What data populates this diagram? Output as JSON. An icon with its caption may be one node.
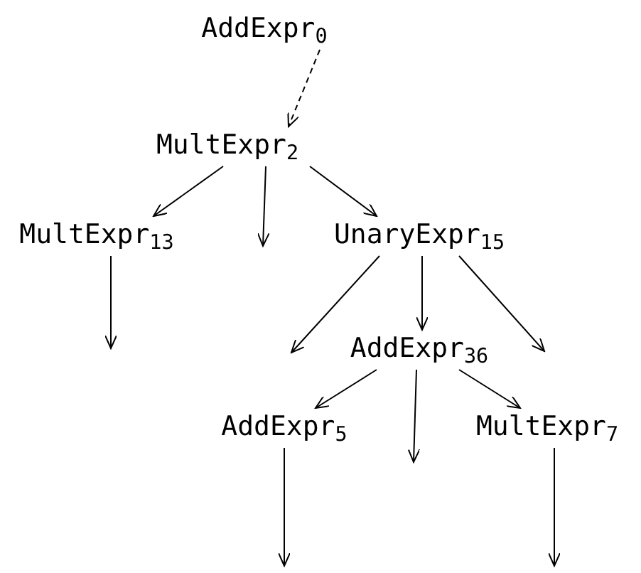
{
  "diagram": {
    "nodes": [
      {
        "text": [
          "AddExpr$_{0}$"
        ]
      },
      {
        "text": [
          "MultExpr$_{2}$"
        ]
      },
      {
        "text": [
          "MultExpr$_{13}$"
        ]
      },
      {
        "text": [
          "UnaryExpr$_{15}$"
        ]
      },
      {
        "text": [
          "AddExpr$_{36}$"
        ]
      },
      {
        "text": [
          "AddExpr$_{5}$"
        ]
      },
      {
        "text": [
          "MultExpr$_{7}$"
        ]
      }
    ],
    "edges": [
      {
        "from": 0,
        "to": 1,
        "arrow": "to",
        "style": "dashed"
      },
      {
        "from": 1,
        "to": 2,
        "arrow": "to"
      },
      {
        "from": 1,
        "to": null,
        "arrow": "to"
      },
      {
        "from": 1,
        "to": 3,
        "arrow": "to"
      },
      {
        "from": 2,
        "to": null,
        "arrow": "to"
      },
      {
        "from": 3,
        "to": null,
        "arrow": "to"
      },
      {
        "from": 3,
        "to": 4,
        "arrow": "to"
      },
      {
        "from": 3,
        "to": null,
        "arrow": "to"
      },
      {
        "from": 4,
        "to": 5,
        "arrow": "to"
      },
      {
        "from": 4,
        "to": null,
        "arrow": "to"
      },
      {
        "from": 4,
        "to": 6,
        "arrow": "to"
      },
      {
        "from": 5,
        "to": null,
        "arrow": "to"
      },
      {
        "from": 6,
        "to": null,
        "arrow": "to"
      }
    ]
  }
}
